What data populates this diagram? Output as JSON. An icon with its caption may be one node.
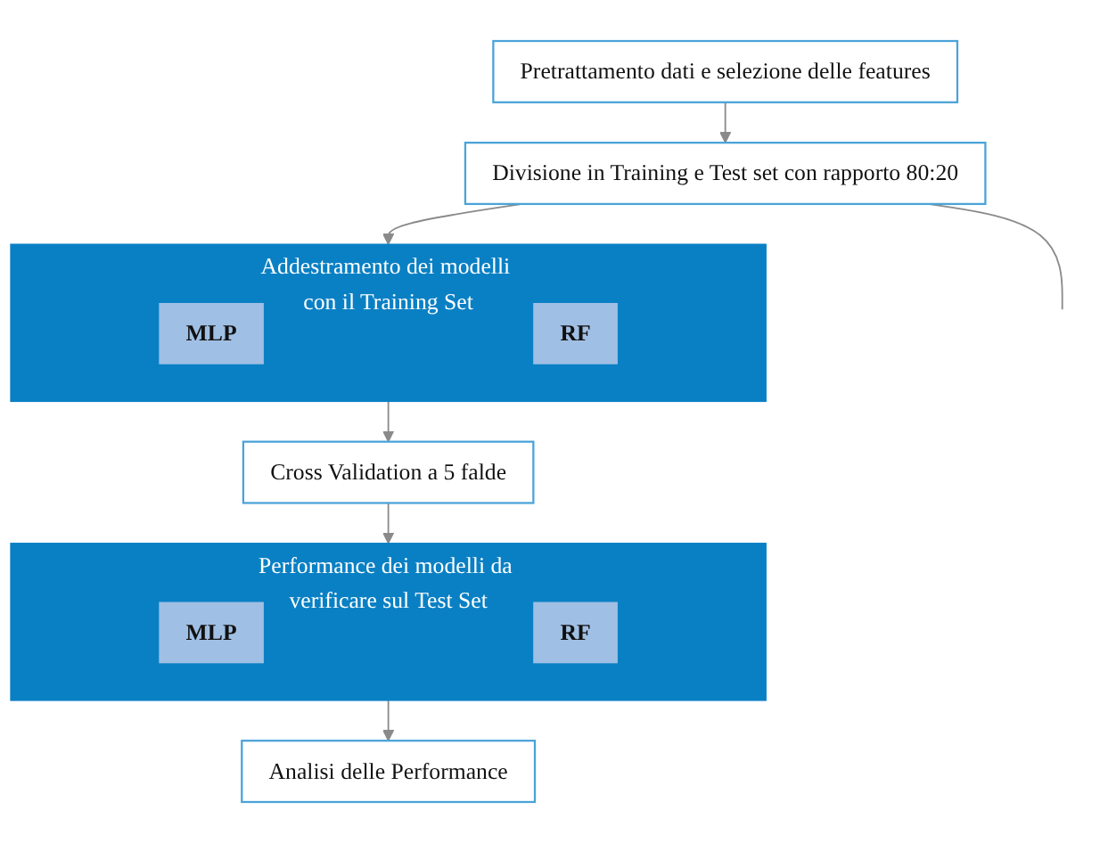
{
  "diagram": {
    "nodes": [
      {
        "text": [
          "Pretrattamento dati e selezione delle features"
        ]
      },
      {
        "text": [
          "Divisione in Training e Test set con rapporto 80:20"
        ]
      },
      {
        "text": [
          "Addestramento dei modelli con il Training Set"
        ]
      },
      {
        "text": [
          "MLP"
        ],
        "in": 2
      },
      {
        "text": [
          "RF"
        ],
        "in": 2
      },
      {
        "text": [
          "Cross Validation a 5 falde"
        ]
      },
      {
        "text": [
          "Performance dei modelli da verificare sul Test Set"
        ]
      },
      {
        "text": [
          "MLP"
        ],
        "in": 6
      },
      {
        "text": [
          "RF"
        ],
        "in": 6
      },
      {
        "text": [
          "Analisi delle Performance"
        ]
      }
    ],
    "edges": [
      {
        "from": 0,
        "to": 1,
        "arrow": "to"
      },
      {
        "from": 1,
        "to": 2,
        "arrow": "to"
      },
      {
        "from": 1,
        "to": null,
        "arrow": "none"
      },
      {
        "from": 2,
        "to": 5,
        "arrow": "to"
      },
      {
        "from": 5,
        "to": 6,
        "arrow": "to"
      },
      {
        "from": 6,
        "to": 9,
        "arrow": "to"
      }
    ]
  }
}
